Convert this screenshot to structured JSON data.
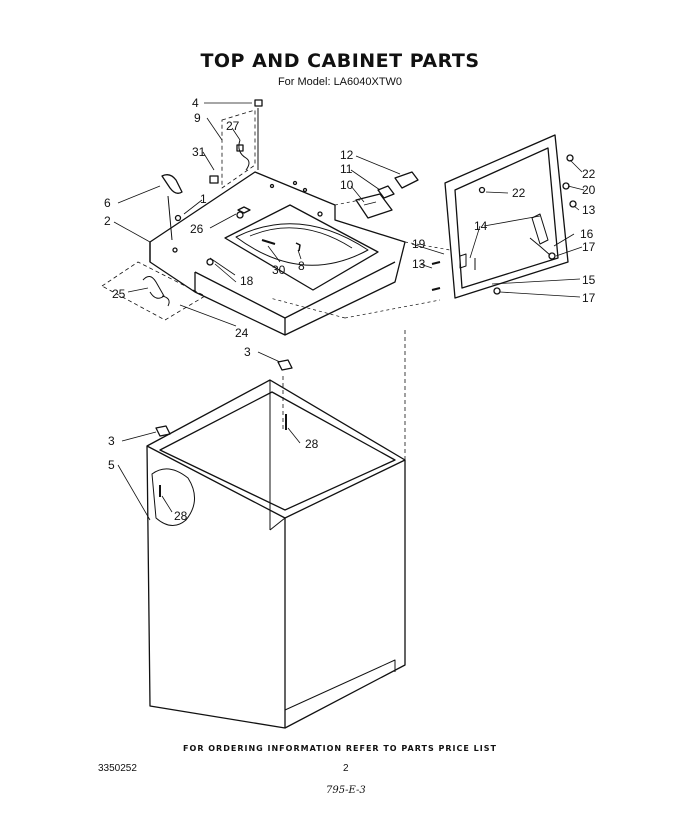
{
  "header": {
    "title": "TOP AND CABINET PARTS",
    "subtitle": "For Model: LA6040XTW0"
  },
  "callouts": [
    "4",
    "9",
    "27",
    "31",
    "1",
    "6",
    "2",
    "26",
    "25",
    "24",
    "12",
    "11",
    "10",
    "18",
    "30",
    "8",
    "19",
    "13",
    "14",
    "22",
    "20",
    "16",
    "17",
    "15",
    "3",
    "28",
    "5"
  ],
  "footer": {
    "note": "FOR ORDERING INFORMATION REFER TO PARTS PRICE LIST",
    "doc_number": "3350252",
    "page_number": "2",
    "handwritten": "795-E-3"
  }
}
